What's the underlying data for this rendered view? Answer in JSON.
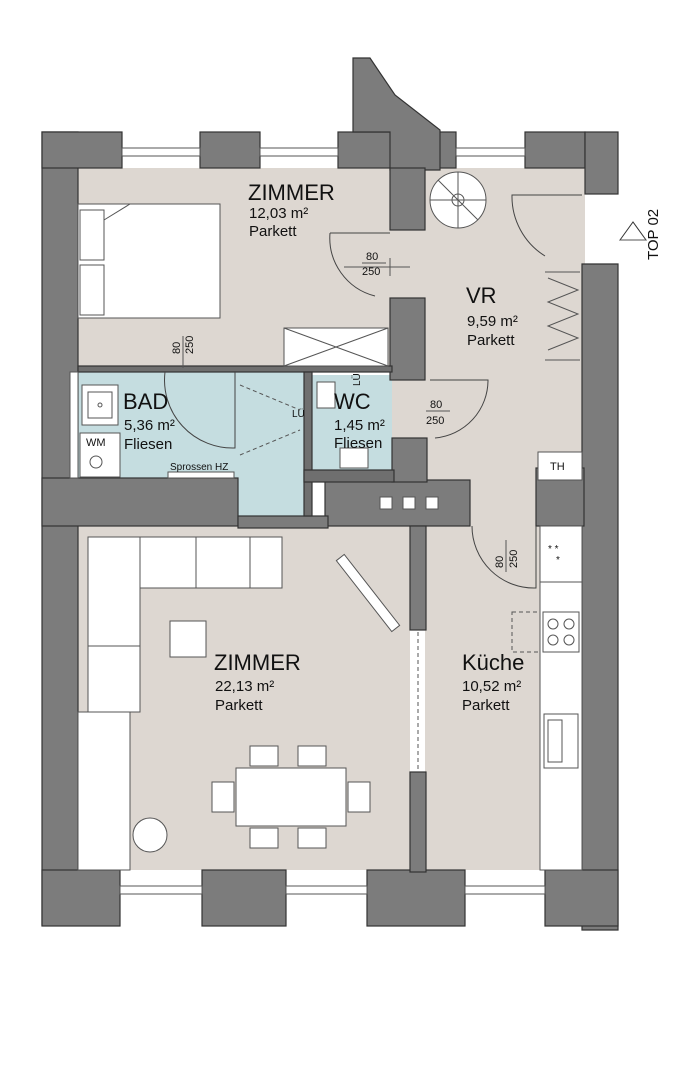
{
  "rooms": {
    "zimmer1": {
      "name": "ZIMMER",
      "area": "12,03 m²",
      "floor": "Parkett"
    },
    "vr": {
      "name": "VR",
      "area": "9,59 m²",
      "floor": "Parkett"
    },
    "bad": {
      "name": "BAD",
      "area": "5,36 m²",
      "floor": "Fliesen"
    },
    "wc": {
      "name": "WC",
      "area": "1,45 m²",
      "floor": "Fliesen"
    },
    "zimmer2": {
      "name": "ZIMMER",
      "area": "22,13 m²",
      "floor": "Parkett"
    },
    "kueche": {
      "name": "Küche",
      "area": "10,52 m²",
      "floor": "Parkett"
    }
  },
  "doors": {
    "zimmer1": {
      "width": "80",
      "height": "250"
    },
    "bad": {
      "width": "80",
      "height": "250"
    },
    "wc": {
      "width": "80",
      "height": "250"
    },
    "kueche": {
      "width": "80",
      "height": "250"
    }
  },
  "labels": {
    "wm": "WM",
    "th": "TH",
    "sprossen": "Sprossen HZ",
    "lue1": "LÜ",
    "lue2": "LÜ",
    "top": "TOP 02"
  },
  "colors": {
    "wall": "#7c7c7c",
    "floor_wood": "#ddd7d1",
    "floor_tile": "#c5dde0"
  }
}
